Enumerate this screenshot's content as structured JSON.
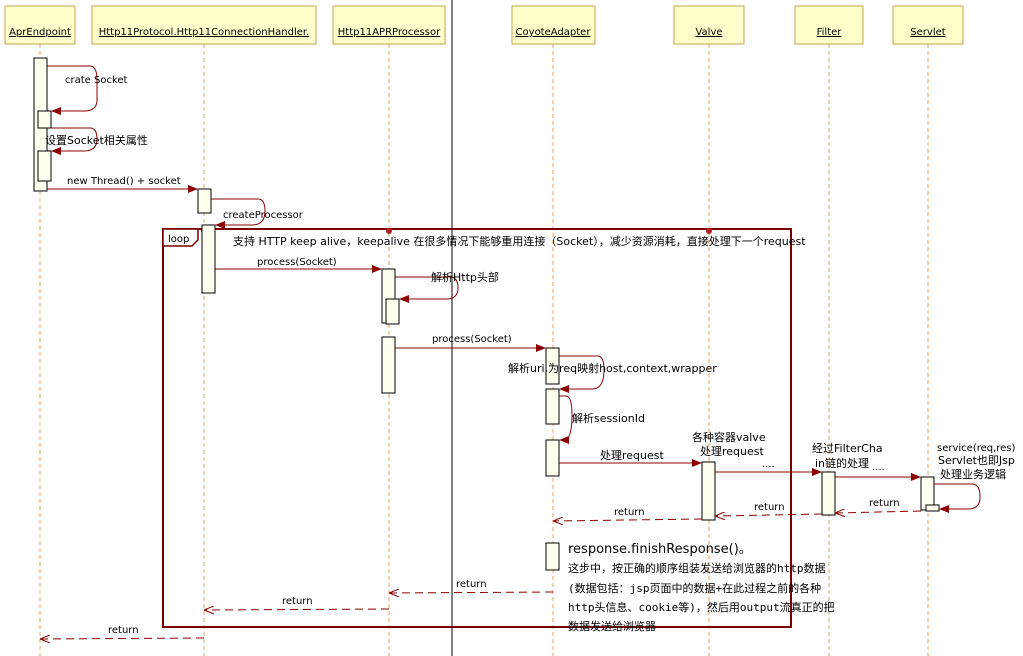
{
  "participants": [
    "AprEndpoint",
    "Http11Protocol.Http11ConnectionHandler.",
    "Http11APRProcessor",
    "CoyoteAdapter",
    "Valve",
    "Filter",
    "Servlet"
  ],
  "loop": {
    "tag": "loop",
    "guard": "支持 HTTP keep alive，keepalive 在很多情况下能够重用连接（Socket），减少资源消耗，直接处理下一个request"
  },
  "messages": {
    "crate_socket": "crate Socket",
    "set_socket_props": "设置Socket相关属性",
    "new_thread": "new Thread() + socket",
    "create_processor": "createProcessor",
    "process_socket_1": "process(Socket)",
    "parse_http_header": "解析Http头部",
    "process_socket_2": "process(Socket)",
    "parse_uri": "解析uri,为req映射host,context,wrapper",
    "parse_session": "解析sessionId",
    "handle_request": "处理request",
    "valve_note_line1": "各种容器valve",
    "valve_note_line2": "处理request",
    "dots_1": "....",
    "filter_note_line1": "经过FilterCha",
    "filter_note_line2": "in链的处理",
    "dots_2": "....",
    "servlet_note_line1": "service(req,res)",
    "servlet_note_line2": "Servlet也即Jsp",
    "servlet_note_line3": "处理业务逻辑",
    "return_servlet": "return",
    "return_filter": "return",
    "return_valve": "return",
    "finish_response": "response.finishResponse()。",
    "finish_desc_line1": "这步中，按正确的顺序组装发送给浏览器的http数据",
    "finish_desc_line2": "(数据包括：jsp页面中的数据+在此过程之前的各种",
    "finish_desc_line3": "http头信息、cookie等)，然后用output流真正的把",
    "finish_desc_line4": "数据发送给浏览器",
    "return_adapter": "return",
    "return_processor": "return",
    "return_handler": "return"
  },
  "colors": {
    "header_fill": "#FFFFCC",
    "header_border": "#C4A352",
    "lifeline": "#E8A35B",
    "arrow": "#8B0000",
    "activation_fill": "#FFFFF0",
    "loop_border": "#7A0000"
  }
}
